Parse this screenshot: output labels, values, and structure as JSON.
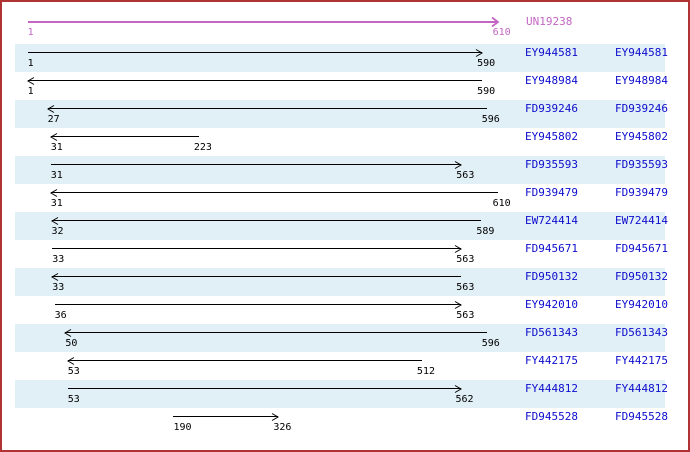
{
  "colors": {
    "frame_border": "#b03333",
    "row_band": "#e1eff6",
    "unigene_magenta": "#c465c4",
    "accession_blue": "#0d0dcd",
    "arrow_black": "#000000"
  },
  "unigene": {
    "id": "UN19238",
    "start": 1,
    "end": 610,
    "direction": "right"
  },
  "rows": [
    {
      "accession": "EY944581",
      "start": 1,
      "end": 590,
      "direction": "right"
    },
    {
      "accession": "EY948984",
      "start": 1,
      "end": 590,
      "direction": "left"
    },
    {
      "accession": "FD939246",
      "start": 27,
      "end": 596,
      "direction": "left"
    },
    {
      "accession": "EY945802",
      "start": 31,
      "end": 223,
      "direction": "left"
    },
    {
      "accession": "FD935593",
      "start": 31,
      "end": 563,
      "direction": "right"
    },
    {
      "accession": "FD939479",
      "start": 31,
      "end": 610,
      "direction": "left"
    },
    {
      "accession": "EW724414",
      "start": 32,
      "end": 589,
      "direction": "left"
    },
    {
      "accession": "FD945671",
      "start": 33,
      "end": 563,
      "direction": "right"
    },
    {
      "accession": "FD950132",
      "start": 33,
      "end": 563,
      "direction": "left"
    },
    {
      "accession": "EY942010",
      "start": 36,
      "end": 563,
      "direction": "right"
    },
    {
      "accession": "FD561343",
      "start": 50,
      "end": 596,
      "direction": "left"
    },
    {
      "accession": "FY442175",
      "start": 53,
      "end": 512,
      "direction": "left"
    },
    {
      "accession": "FY444812",
      "start": 53,
      "end": 562,
      "direction": "right"
    },
    {
      "accession": "FD945528",
      "start": 190,
      "end": 326,
      "direction": "right"
    }
  ]
}
